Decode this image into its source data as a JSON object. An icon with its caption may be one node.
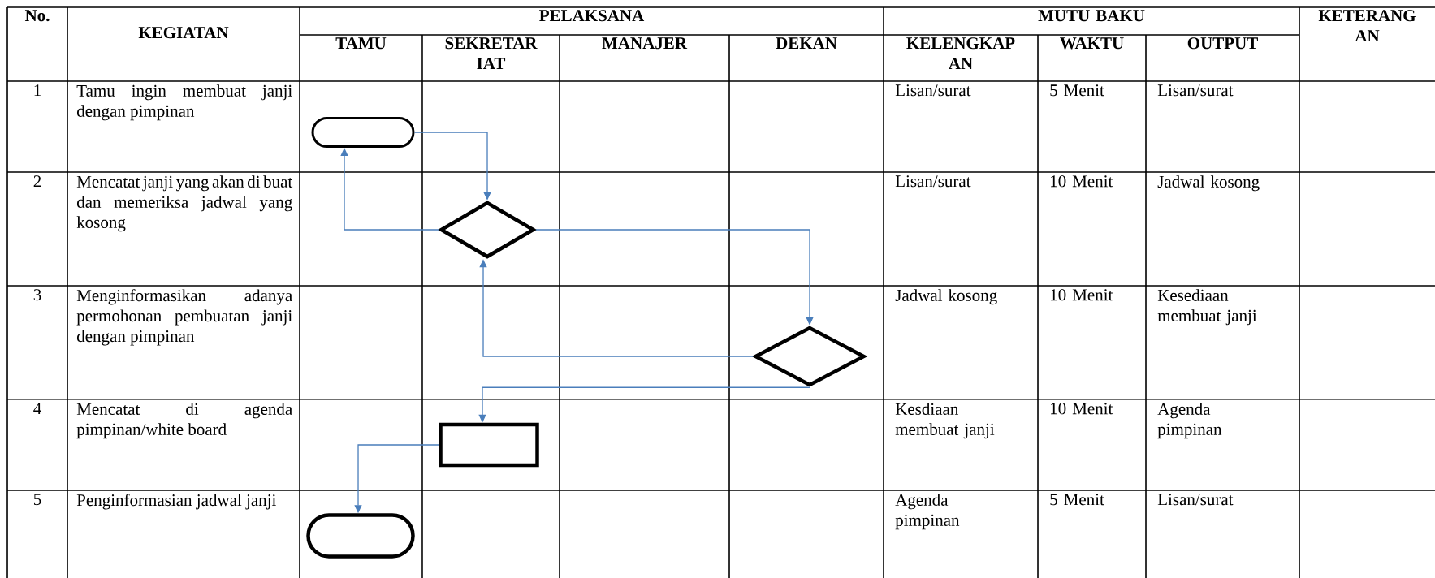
{
  "diagram": {
    "nodes": [
      {
        "text": [],
        "shape": "pill"
      },
      {
        "text": [],
        "shape": "diamond"
      },
      {
        "text": [],
        "shape": "diamond"
      },
      {
        "text": [],
        "shape": "box"
      },
      {
        "text": [],
        "shape": "pill"
      }
    ],
    "edges": [
      {
        "from": 0,
        "to": 1,
        "arrow": "to"
      },
      {
        "from": 1,
        "to": 0,
        "arrow": "to"
      },
      {
        "from": 1,
        "to": 2,
        "arrow": "to"
      },
      {
        "from": 2,
        "to": 1,
        "arrow": "to"
      },
      {
        "from": 2,
        "to": 3,
        "arrow": "to"
      },
      {
        "from": 3,
        "to": 4,
        "arrow": "to"
      }
    ],
    "labels": [
      "No.",
      "KEGIATAN",
      "PELAKSANA",
      "MUTU BAKU",
      "KETERANG AN",
      "TAMU",
      "SEKRETAR IAT",
      "MANAJER",
      "DEKAN",
      "KELENGKAP AN",
      "WAKTU",
      "OUTPUT",
      "1",
      "Tamu ingin membuat janji dengan pimpinan",
      "Lisan/surat",
      "5 Menit",
      "Lisan/surat",
      "2",
      "Mencatat janji yang akan di buat dan memeriksa jadwal yang kosong",
      "Lisan/surat",
      "10 Menit",
      "Jadwal kosong",
      "3",
      "Menginformasikan adanya permohonan pembuatan janji dengan pimpinan",
      "Jadwal kosong",
      "10 Menit",
      "Kesediaan membuat janji",
      "4",
      "Mencatat di agenda pimpinan/white board",
      "Kesdiaan membuat janji",
      "10 Menit",
      "Agenda pimpinan",
      "5",
      "Penginformasian jadwal janji",
      "Agenda pimpinan",
      "5 Menit",
      "Lisan/surat"
    ]
  }
}
